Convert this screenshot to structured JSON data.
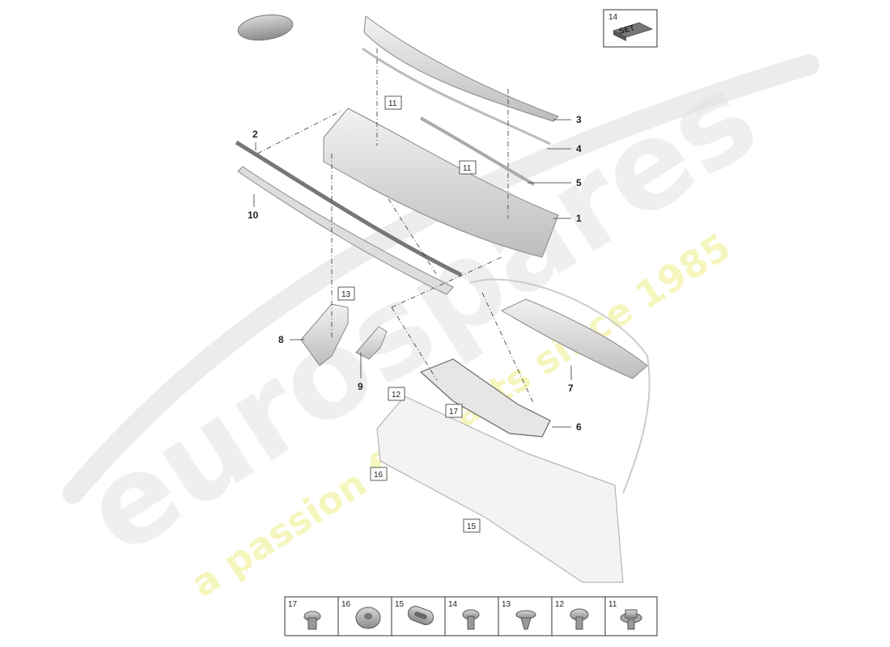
{
  "watermark": {
    "brand": "eurospares",
    "tagline": "a passion for parts since 1985",
    "brand_color": "#cfcfcf",
    "tagline_color": "#f0f0a0"
  },
  "set_box": {
    "number": "14",
    "text": "SET"
  },
  "callouts": {
    "c1": "1",
    "c2": "2",
    "c3": "3",
    "c4": "4",
    "c5": "5",
    "c6": "6",
    "c7": "7",
    "c8": "8",
    "c9": "9",
    "c10": "10"
  },
  "boxed_callouts": {
    "b11a": "11",
    "b11b": "11",
    "b12": "12",
    "b13": "13",
    "b15": "15",
    "b16": "16",
    "b17": "17"
  },
  "legend": [
    {
      "number": "17",
      "icon": "bolt-icon"
    },
    {
      "number": "16",
      "icon": "grommet-icon"
    },
    {
      "number": "15",
      "icon": "seal-icon"
    },
    {
      "number": "14",
      "icon": "screw-icon"
    },
    {
      "number": "13",
      "icon": "clip-icon"
    },
    {
      "number": "12",
      "icon": "screw-icon"
    },
    {
      "number": "11",
      "icon": "flange-bolt-icon"
    }
  ]
}
